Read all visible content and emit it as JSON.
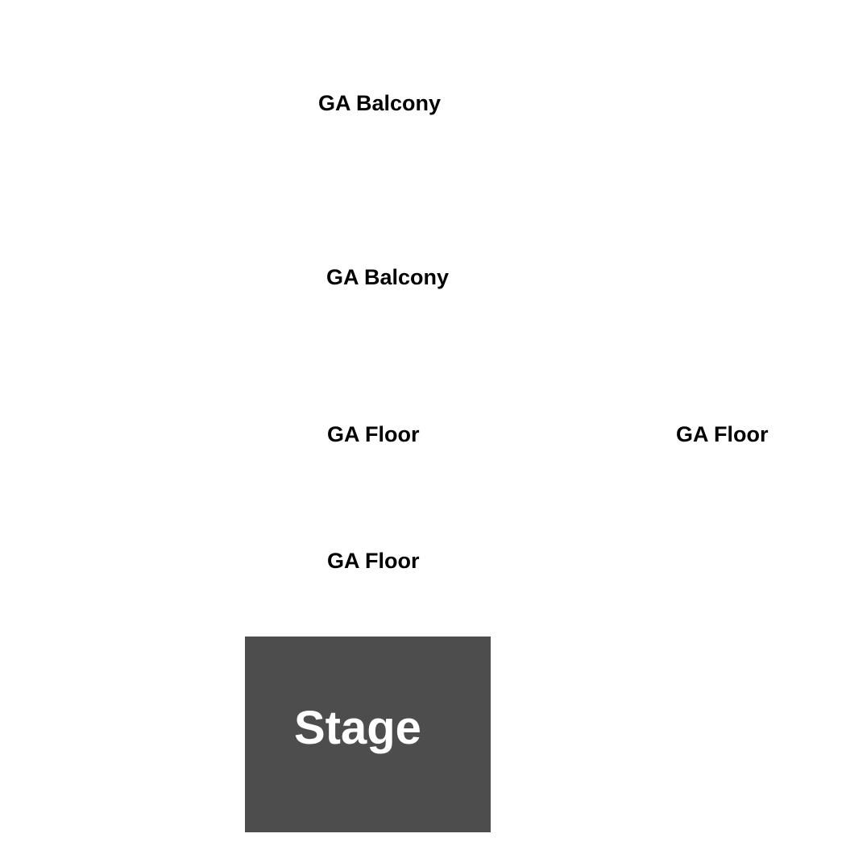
{
  "sections": {
    "balcony_upper": "GA Balcony",
    "balcony_lower": "GA Balcony",
    "floor_left": "GA Floor",
    "floor_right": "GA Floor",
    "floor_front": "GA Floor"
  },
  "stage": {
    "label": "Stage",
    "color": "#4d4d4d"
  }
}
